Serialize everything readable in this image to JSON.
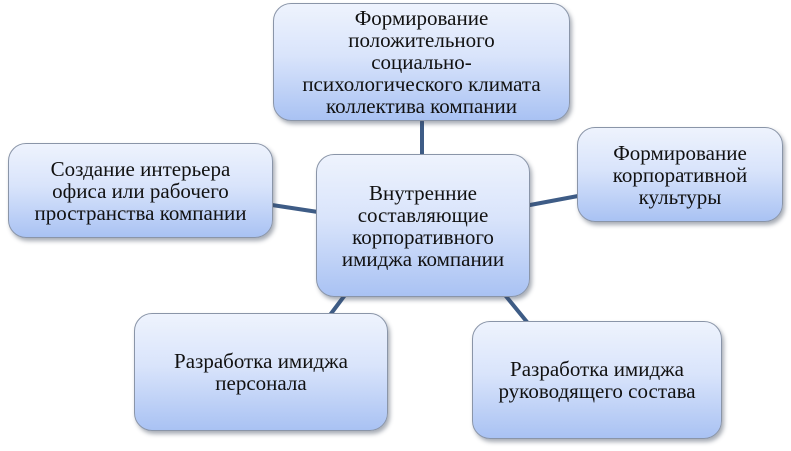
{
  "diagram": {
    "type": "hub-and-spoke",
    "colors": {
      "box_top": "#eef3fd",
      "box_bottom": "#a9c2f3",
      "box_border": "#8a95a8",
      "connector": "#3e5c86",
      "text": "#111111"
    },
    "center": {
      "label": "Внутренние составляющие корпоративного имиджа компании",
      "lines": [
        "Внутренние",
        "составляющие",
        "корпоративного",
        "имиджа компании"
      ]
    },
    "nodes": [
      {
        "id": "top",
        "label": "Формирование положительного социально-психологического климата коллектива компании",
        "lines": [
          "Формирование",
          "положительного",
          "социально-",
          "психологического климата",
          "коллектива компании"
        ]
      },
      {
        "id": "left",
        "label": "Создание интерьера офиса или рабочего пространства компании",
        "lines": [
          "Создание интерьера",
          "офиса или рабочего",
          "пространства компании"
        ]
      },
      {
        "id": "right",
        "label": "Формирование корпоративной культуры",
        "lines": [
          "Формирование",
          "корпоративной",
          "культуры"
        ]
      },
      {
        "id": "bottom-left",
        "label": "Разработка имиджа персонала",
        "lines": [
          "Разработка имиджа",
          "персонала"
        ]
      },
      {
        "id": "bottom-right",
        "label": "Разработка имиджа руководящего состава",
        "lines": [
          "Разработка имиджа",
          "руководящего состава"
        ]
      }
    ]
  }
}
